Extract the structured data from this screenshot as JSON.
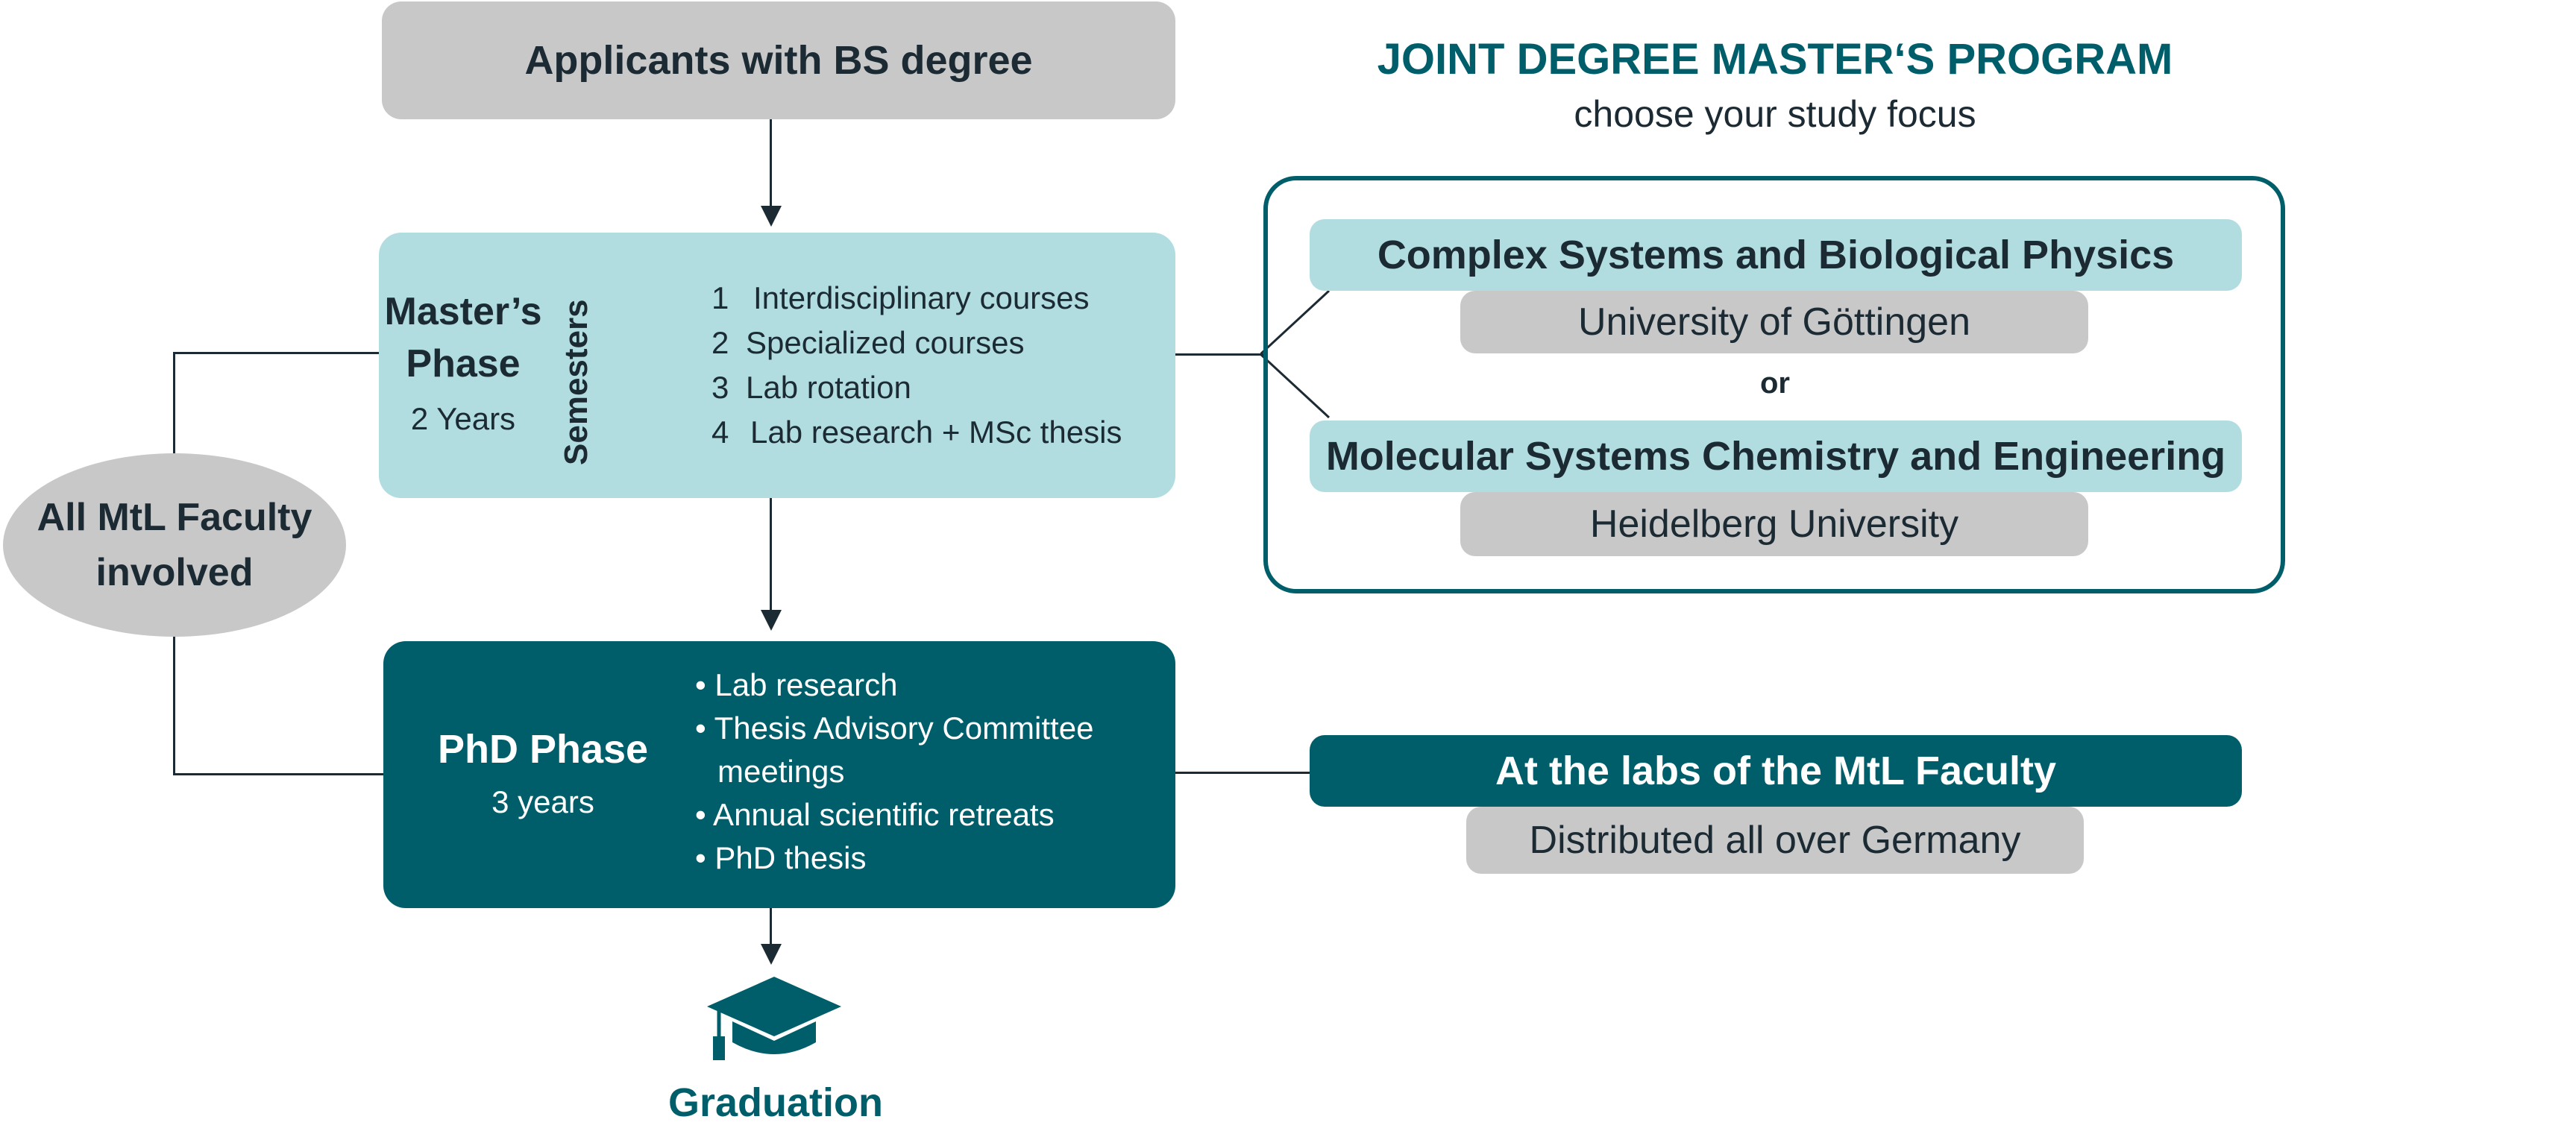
{
  "applicants": {
    "label": "Applicants with BS degree"
  },
  "program": {
    "title": "JOINT DEGREE MASTER‘S PROGRAM",
    "subtitle": "choose your study focus"
  },
  "masters": {
    "title_line1": "Master’s",
    "title_line2": "Phase",
    "duration": "2 Years",
    "semesters_label": "Semesters",
    "semesters": [
      {
        "num": "1",
        "text": "Interdisciplinary courses"
      },
      {
        "num": "2",
        "text": "Specialized courses"
      },
      {
        "num": "3",
        "text": "Lab rotation"
      },
      {
        "num": "4",
        "text": "Lab research + MSc thesis"
      }
    ]
  },
  "focus": {
    "option1": {
      "title": "Complex Systems and Biological Physics",
      "university": "University of Göttingen"
    },
    "or": "or",
    "option2": {
      "title": "Molecular Systems Chemistry and Engineering",
      "university": "Heidelberg University"
    }
  },
  "faculty": {
    "line1": "All MtL Faculty",
    "line2": "involved"
  },
  "phd": {
    "title": "PhD Phase",
    "duration": "3 years",
    "items": [
      "• Lab research",
      "• Thesis Advisory Committee",
      "meetings",
      "• Annual scientific retreats",
      "• PhD thesis"
    ]
  },
  "labs": {
    "title": "At the labs of the MtL Faculty",
    "subtitle": "Distributed all over Germany"
  },
  "graduation": {
    "label": "Graduation"
  },
  "colors": {
    "dark_teal": "#005e6b",
    "light_teal": "#b1dde1",
    "gray": "#c8c8c8",
    "text": "#1b2a33"
  },
  "icons": {
    "graduation": "graduation-cap-icon"
  }
}
